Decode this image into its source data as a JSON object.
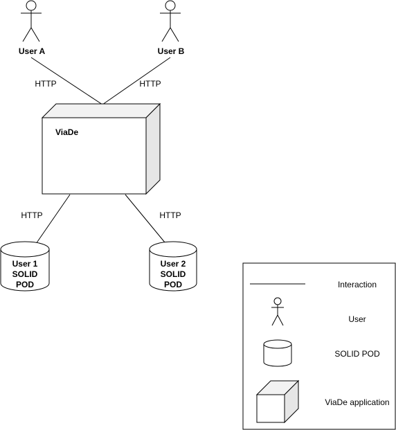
{
  "actors": {
    "user_a": {
      "label": "User A"
    },
    "user_b": {
      "label": "User B"
    }
  },
  "connections": {
    "user_a_to_viade": {
      "label": "HTTP"
    },
    "user_b_to_viade": {
      "label": "HTTP"
    },
    "viade_to_pod1": {
      "label": "HTTP"
    },
    "viade_to_pod2": {
      "label": "HTTP"
    }
  },
  "app": {
    "label": "ViaDe"
  },
  "pods": {
    "pod1": {
      "lines": [
        "User 1",
        "SOLID",
        "POD"
      ]
    },
    "pod2": {
      "lines": [
        "User 2",
        "SOLID",
        "POD"
      ]
    }
  },
  "legend": {
    "interaction": "Interaction",
    "user": "User",
    "solid_pod": "SOLID POD",
    "viade_application": "ViaDe application"
  },
  "colors": {
    "stroke": "#000000",
    "fill": "#ffffff",
    "cube_side": "#e6e6e6",
    "cube_top": "#f2f2f2"
  }
}
